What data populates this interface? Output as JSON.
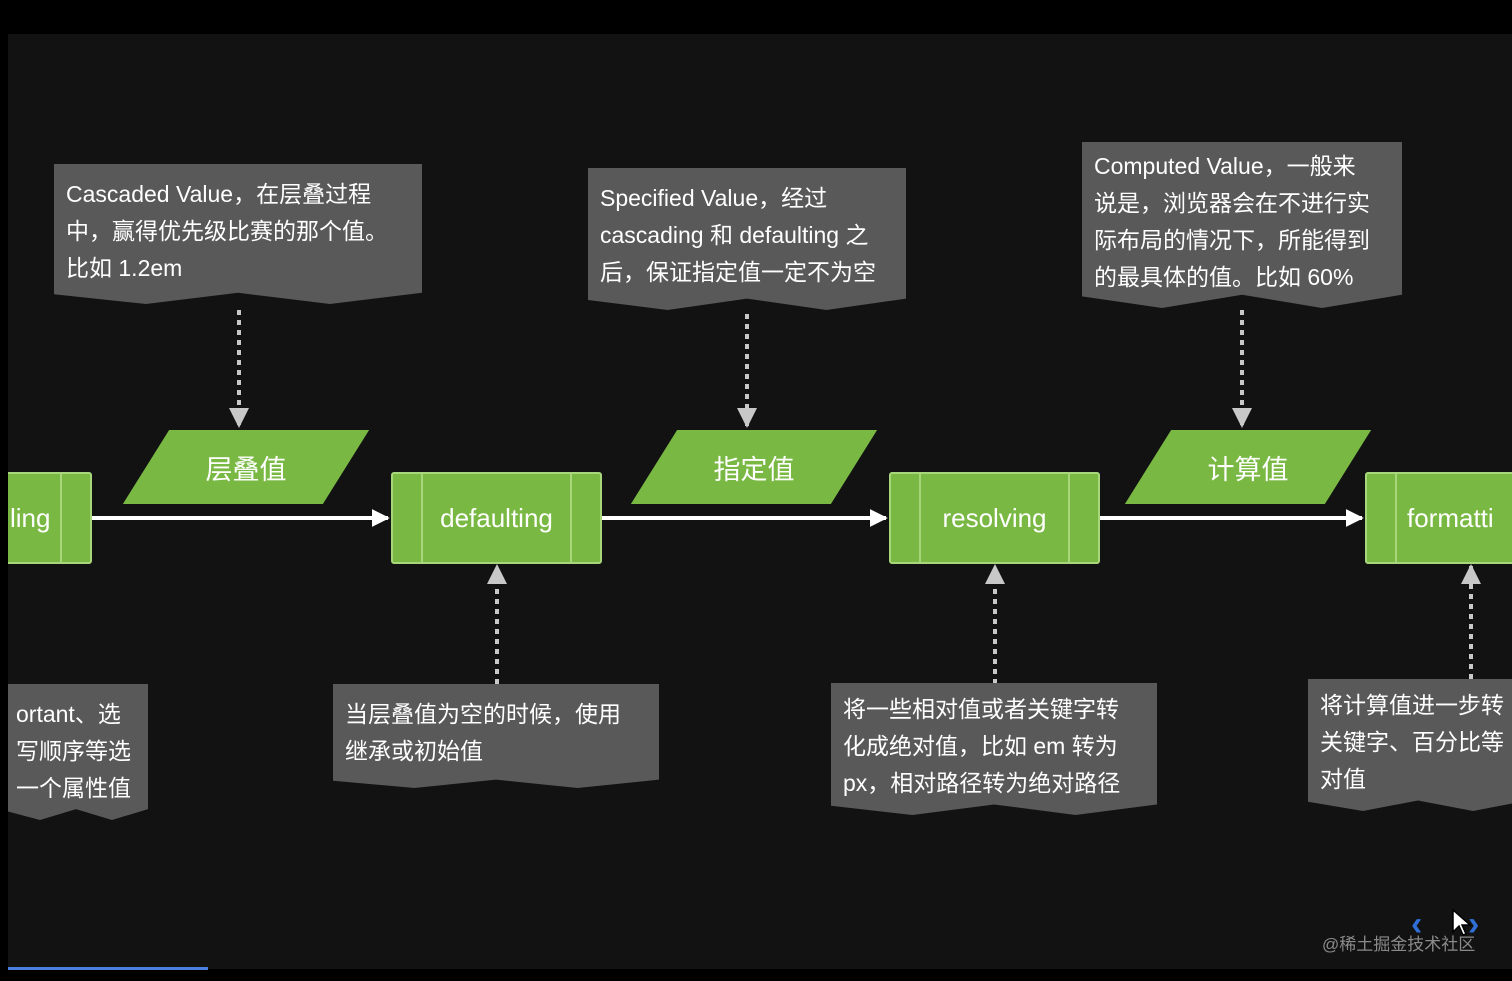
{
  "colors": {
    "node_fill": "#79b943",
    "node_border": "#a8d67b",
    "note_fill": "#595959",
    "arrow": "#ffffff",
    "dotted_connector": "#c8c8c8",
    "nav_control": "#2f6fd6"
  },
  "flow": {
    "processes": [
      {
        "id": "p0",
        "label": "ling"
      },
      {
        "id": "p1",
        "label": "defaulting"
      },
      {
        "id": "p2",
        "label": "resolving"
      },
      {
        "id": "p3",
        "label": "formatti"
      }
    ],
    "values": [
      {
        "id": "v1",
        "label": "层叠值"
      },
      {
        "id": "v2",
        "label": "指定值"
      },
      {
        "id": "v3",
        "label": "计算值"
      }
    ]
  },
  "notes": {
    "cascaded": [
      "Cascaded Value，在层叠过程",
      "中，赢得优先级比赛的那个值。",
      "比如 1.2em"
    ],
    "specified": [
      "Specified Value，经过",
      "cascading 和 defaulting 之",
      "后，保证指定值一定不为空"
    ],
    "computed": [
      "Computed Value，一般来",
      "说是，浏览器会在不进行实",
      "际布局的情况下，所能得到",
      "的最具体的值。比如 60%"
    ],
    "cascading_desc": [
      "ortant、选",
      "写顺序等选",
      "一个属性值"
    ],
    "defaulting_desc": [
      "当层叠值为空的时候，使用",
      "继承或初始值"
    ],
    "resolving_desc": [
      "将一些相对值或者关键字转",
      "化成绝对值，比如 em 转为",
      "px，相对路径转为绝对路径"
    ],
    "formatting_desc": [
      "将计算值进一步转",
      "关键字、百分比等",
      "对值"
    ]
  },
  "controls": {
    "prev_icon": "chevron-left-icon",
    "next_icon": "chevron-right-icon",
    "prev": "‹",
    "next": "›"
  },
  "watermark": "@稀土掘金技术社区"
}
